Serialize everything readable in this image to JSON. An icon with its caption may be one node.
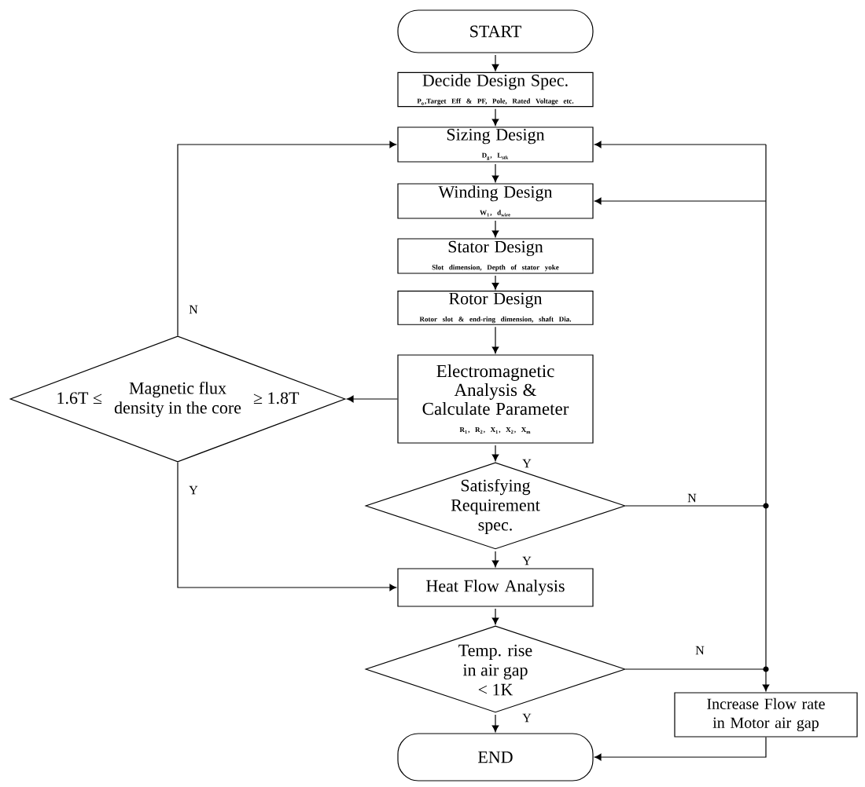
{
  "diagram": {
    "nodes": [
      {
        "text": [
          "START"
        ]
      },
      {
        "text": [
          "Decide Design Spec.",
          "P$_{o}$,Target Eff & PF, Pole, Rated Voltage etc."
        ]
      },
      {
        "text": [
          "Sizing Design",
          "D$_{g}$, L$_{stk}$"
        ]
      },
      {
        "text": [
          "Winding Design",
          "W$_{1}$, d$_{wire}$"
        ]
      },
      {
        "text": [
          "Stator Design",
          "Slot dimension, Depth of stator yoke"
        ]
      },
      {
        "text": [
          "Rotor Design",
          "Rotor slot & end-ring dimension, shaft Dia."
        ]
      },
      {
        "text": [
          "Electromagnetic Analysis & Calculate Parameter",
          "R$_{1}$, R$_{2}$, X$_{1}$, X$_{2}$, X$_{m}$"
        ]
      },
      {
        "text": [
          "Satisfying Requirement spec."
        ]
      },
      {
        "text": [
          "1.6T ≤",
          "Magnetic flux density in the core",
          "≥ 1.8T"
        ]
      },
      {
        "text": [
          "Heat Flow Analysis"
        ]
      },
      {
        "text": [
          "Temp. rise in air gap < 1K"
        ]
      },
      {
        "text": [
          "Increase Flow rate in Motor air gap"
        ]
      },
      {
        "text": [
          "END"
        ]
      }
    ],
    "edges": [
      {
        "from": 0,
        "to": 1,
        "arrow": "to"
      },
      {
        "from": 1,
        "to": 2,
        "arrow": "to"
      },
      {
        "from": 2,
        "to": 3,
        "arrow": "to"
      },
      {
        "from": 3,
        "to": 4,
        "arrow": "to"
      },
      {
        "from": 4,
        "to": 5,
        "arrow": "to"
      },
      {
        "from": 5,
        "to": 6,
        "arrow": "to"
      },
      {
        "from": 6,
        "to": 8,
        "arrow": "to"
      },
      {
        "from": 6,
        "to": 7,
        "arrow": "to",
        "label": "Y"
      },
      {
        "from": 8,
        "to": 2,
        "arrow": "to",
        "label": "N"
      },
      {
        "from": 8,
        "to": 9,
        "arrow": "to",
        "label": "Y"
      },
      {
        "from": 7,
        "to": 9,
        "arrow": "to",
        "label": "Y"
      },
      {
        "from": 7,
        "to": 2,
        "arrow": "to",
        "label": "N"
      },
      {
        "from": 7,
        "to": 3,
        "arrow": "to"
      },
      {
        "from": 9,
        "to": 10,
        "arrow": "to"
      },
      {
        "from": 10,
        "to": 12,
        "arrow": "to",
        "label": "Y"
      },
      {
        "from": 10,
        "to": 2,
        "arrow": "to",
        "label": "N"
      },
      {
        "from": 10,
        "to": 3,
        "arrow": "to"
      },
      {
        "from": 10,
        "to": 11,
        "arrow": "to"
      },
      {
        "from": 11,
        "to": 12,
        "arrow": "to"
      }
    ]
  }
}
